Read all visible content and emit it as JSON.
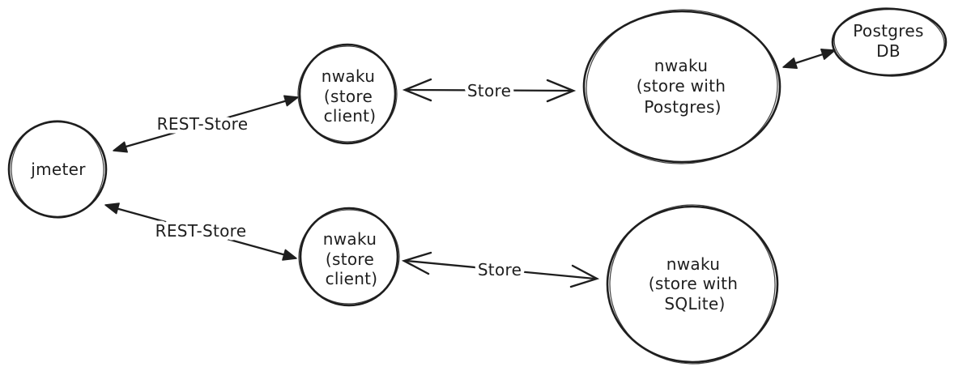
{
  "diagram": {
    "colors": {
      "ink": "#1e1e1e",
      "background": "#ffffff"
    },
    "nodes": {
      "jmeter": {
        "lines": [
          "jmeter"
        ]
      },
      "store_client_top": {
        "lines": [
          "nwaku",
          "(store",
          "client)"
        ]
      },
      "store_postgres": {
        "lines": [
          "nwaku",
          "(store with",
          "Postgres)"
        ]
      },
      "postgres_db": {
        "lines": [
          "Postgres",
          "DB"
        ]
      },
      "store_client_bottom": {
        "lines": [
          "nwaku",
          "(store",
          "client)"
        ]
      },
      "store_sqlite": {
        "lines": [
          "nwaku",
          "(store with",
          "SQLite)"
        ]
      }
    },
    "edges": {
      "rest_store_top": {
        "label": "REST-Store"
      },
      "store_top": {
        "label": "Store"
      },
      "rest_store_bottom": {
        "label": "REST-Store"
      },
      "store_bottom": {
        "label": "Store"
      }
    }
  }
}
